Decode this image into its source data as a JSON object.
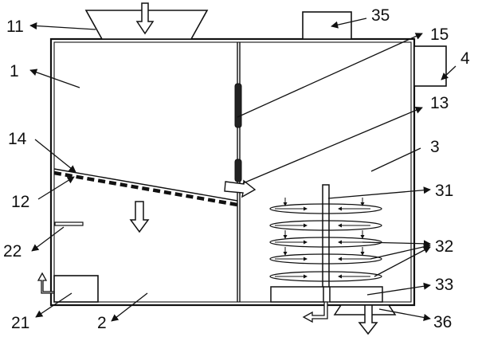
{
  "labels": {
    "l1": "1",
    "l2": "2",
    "l3": "3",
    "l4": "4",
    "l11": "11",
    "l12": "12",
    "l13": "13",
    "l14": "14",
    "l15": "15",
    "l21": "21",
    "l22": "22",
    "l31": "31",
    "l32": "32",
    "l33": "33",
    "l35": "35",
    "l36": "36"
  },
  "colors": {
    "line": "#111111",
    "background": "#ffffff"
  }
}
